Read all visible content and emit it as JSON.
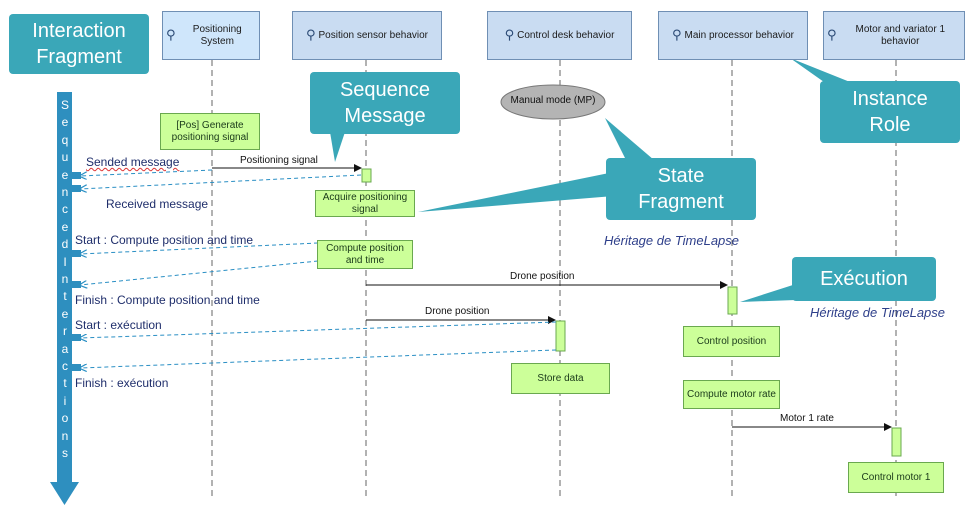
{
  "lifelines": [
    {
      "label": "Positioning System"
    },
    {
      "label": "Position sensor behavior"
    },
    {
      "label": "Control desk behavior"
    },
    {
      "label": "Main processor behavior"
    },
    {
      "label": "Motor and variator 1 behavior"
    }
  ],
  "callouts": {
    "interaction_fragment": "Interaction Fragment",
    "sequence_message": "Sequence Message",
    "state_fragment": "State Fragment",
    "instance_role": "Instance Role",
    "execution": "Exécution"
  },
  "vertical_label": [
    "S",
    "e",
    "q",
    "u",
    "e",
    "n",
    "c",
    "e",
    "d",
    "I",
    "n",
    "t",
    "e",
    "r",
    "a",
    "c",
    "t",
    "i",
    "o",
    "n",
    "s"
  ],
  "state_ellipse": "Manual mode (MP)",
  "green_boxes": {
    "generate_signal": "[Pos] Generate positioning signal",
    "acquire_signal": "Acquire positioning signal",
    "compute_position": "Compute position and time",
    "control_position": "Control position",
    "store_data": "Store data",
    "compute_motor": "Compute motor rate",
    "control_motor": "Control motor 1"
  },
  "messages": {
    "positioning_signal": "Positioning signal",
    "drone_position_1": "Drone position",
    "drone_position_2": "Drone position",
    "motor_rate": "Motor 1 rate"
  },
  "side_labels": {
    "sended": "Sended message",
    "received": "Received message",
    "start_compute": "Start : Compute position and time",
    "finish_compute": "Finish : Compute position and time",
    "start_exec": "Start : exécution",
    "finish_exec": "Finish : exécution"
  },
  "heritage_1": "Héritage de TimeLapse",
  "heritage_2": "Héritage de TimeLapse",
  "colors": {
    "callout": "#3aa7b8",
    "green": "#ccff99",
    "arrow": "#1e8fb0"
  }
}
